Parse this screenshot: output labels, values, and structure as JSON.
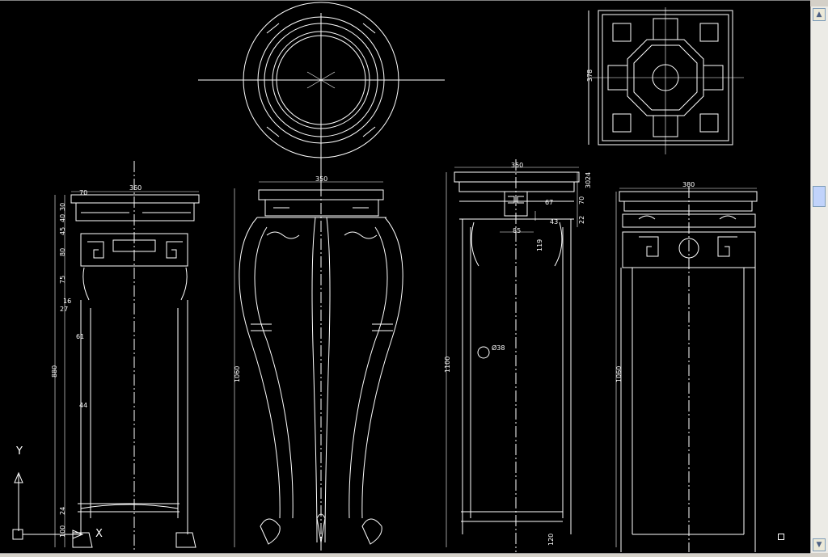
{
  "drawing": {
    "dimensions": {
      "left_width": "360",
      "left_top_overhang": "70",
      "left_h_30": "30",
      "left_h_40": "40",
      "left_h_45": "45",
      "left_h_80": "80",
      "left_h_75": "75",
      "left_h_16": "16",
      "left_h_27": "27",
      "left_h_61": "61",
      "left_h_880": "880",
      "left_h_44": "44",
      "left_h_24": "24",
      "left_h_100": "100",
      "curved_width": "350",
      "curved_height": "1060",
      "lattice_side": "378",
      "third_width": "350",
      "third_h_24": "24",
      "third_h_30": "30",
      "third_h_70": "70",
      "third_h_22": "22",
      "third_h_67": "67",
      "third_h_43": "43",
      "third_h_85": "85",
      "third_h_119": "119",
      "third_h_1100": "1100",
      "third_h_120": "120",
      "third_circle": "Ø38",
      "right_width": "380",
      "right_height": "1060"
    },
    "ucs": {
      "y_label": "Y",
      "x_label": "X"
    },
    "colors": {
      "background": "#000000",
      "lines": "#ffffff"
    }
  },
  "icons": {
    "scroll_up": "scroll-up-arrow-icon",
    "scroll_down": "scroll-down-arrow-icon",
    "ucs": "ucs-axis-icon"
  }
}
